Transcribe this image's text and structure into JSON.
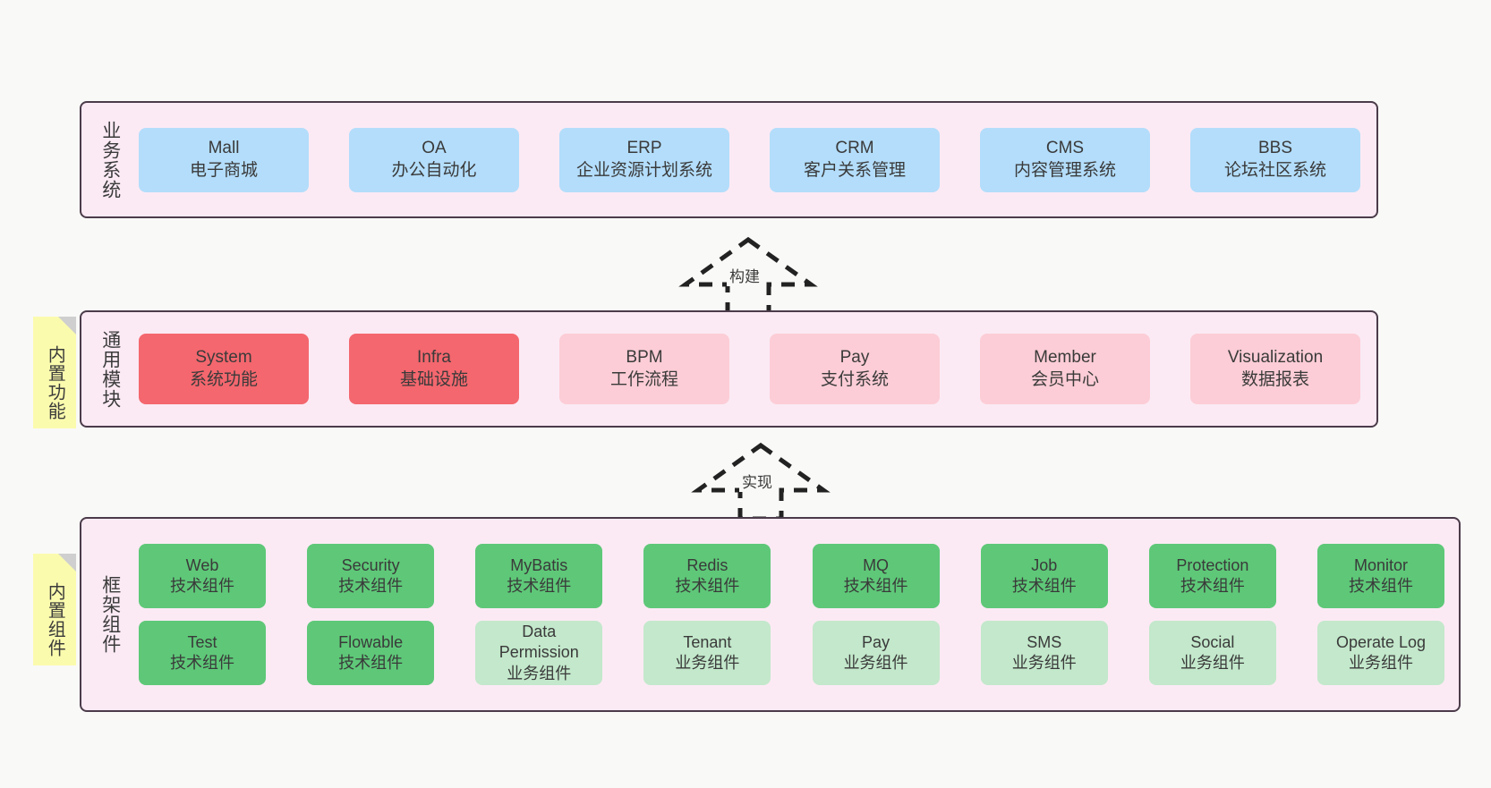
{
  "diagram": {
    "title": "ruoyi-vue-pro architecture layers",
    "background_color": "#f9f9f7"
  },
  "layers": [
    {
      "id": "business",
      "title": "业务系统",
      "container_color": "#fbeaf4",
      "border_color": "#4b3b4a",
      "rows": [
        {
          "cards": [
            {
              "en": "Mall",
              "cn": "电子商城",
              "color": "#b3ddfb"
            },
            {
              "en": "OA",
              "cn": "办公自动化",
              "color": "#b3ddfb"
            },
            {
              "en": "ERP",
              "cn": "企业资源计划系统",
              "color": "#b3ddfb"
            },
            {
              "en": "CRM",
              "cn": "客户关系管理",
              "color": "#b3ddfb"
            },
            {
              "en": "CMS",
              "cn": "内容管理系统",
              "color": "#b3ddfb"
            },
            {
              "en": "BBS",
              "cn": "论坛社区系统",
              "color": "#b3ddfb"
            }
          ]
        }
      ]
    },
    {
      "id": "common",
      "title": "通用模块",
      "sticky": "内置功能",
      "container_color": "#fbeaf4",
      "border_color": "#4b3b4a",
      "rows": [
        {
          "cards": [
            {
              "en": "System",
              "cn": "系统功能",
              "color": "#f4676e"
            },
            {
              "en": "Infra",
              "cn": "基础设施",
              "color": "#f4676e"
            },
            {
              "en": "BPM",
              "cn": "工作流程",
              "color": "#fccdd6"
            },
            {
              "en": "Pay",
              "cn": "支付系统",
              "color": "#fccdd6"
            },
            {
              "en": "Member",
              "cn": "会员中心",
              "color": "#fccdd6"
            },
            {
              "en": "Visualization",
              "cn": "数据报表",
              "color": "#fccdd6"
            }
          ]
        }
      ]
    },
    {
      "id": "framework",
      "title": "框架组件",
      "sticky": "内置组件",
      "container_color": "#fbeaf4",
      "border_color": "#4b3b4a",
      "rows": [
        {
          "cards": [
            {
              "en": "Web",
              "cn": "技术组件",
              "color": "#5ec878"
            },
            {
              "en": "Security",
              "cn": "技术组件",
              "color": "#5ec878"
            },
            {
              "en": "MyBatis",
              "cn": "技术组件",
              "color": "#5ec878"
            },
            {
              "en": "Redis",
              "cn": "技术组件",
              "color": "#5ec878"
            },
            {
              "en": "MQ",
              "cn": "技术组件",
              "color": "#5ec878"
            },
            {
              "en": "Job",
              "cn": "技术组件",
              "color": "#5ec878"
            },
            {
              "en": "Protection",
              "cn": "技术组件",
              "color": "#5ec878"
            },
            {
              "en": "Monitor",
              "cn": "技术组件",
              "color": "#5ec878"
            }
          ]
        },
        {
          "cards": [
            {
              "en": "Test",
              "cn": "技术组件",
              "color": "#5ec878"
            },
            {
              "en": "Flowable",
              "cn": "技术组件",
              "color": "#5ec878"
            },
            {
              "en": "Data Permission",
              "cn": "业务组件",
              "color": "#c3e8cb"
            },
            {
              "en": "Tenant",
              "cn": "业务组件",
              "color": "#c3e8cb"
            },
            {
              "en": "Pay",
              "cn": "业务组件",
              "color": "#c3e8cb"
            },
            {
              "en": "SMS",
              "cn": "业务组件",
              "color": "#c3e8cb"
            },
            {
              "en": "Social",
              "cn": "业务组件",
              "color": "#c3e8cb"
            },
            {
              "en": "Operate Log",
              "cn": "业务组件",
              "color": "#c3e8cb"
            }
          ]
        }
      ]
    }
  ],
  "arrows": [
    {
      "id": "build",
      "label": "构建",
      "style": "dashed-hollow-up",
      "from": "common",
      "to": "business"
    },
    {
      "id": "impl",
      "label": "实现",
      "style": "dashed-hollow-up",
      "from": "framework",
      "to": "common"
    }
  ]
}
